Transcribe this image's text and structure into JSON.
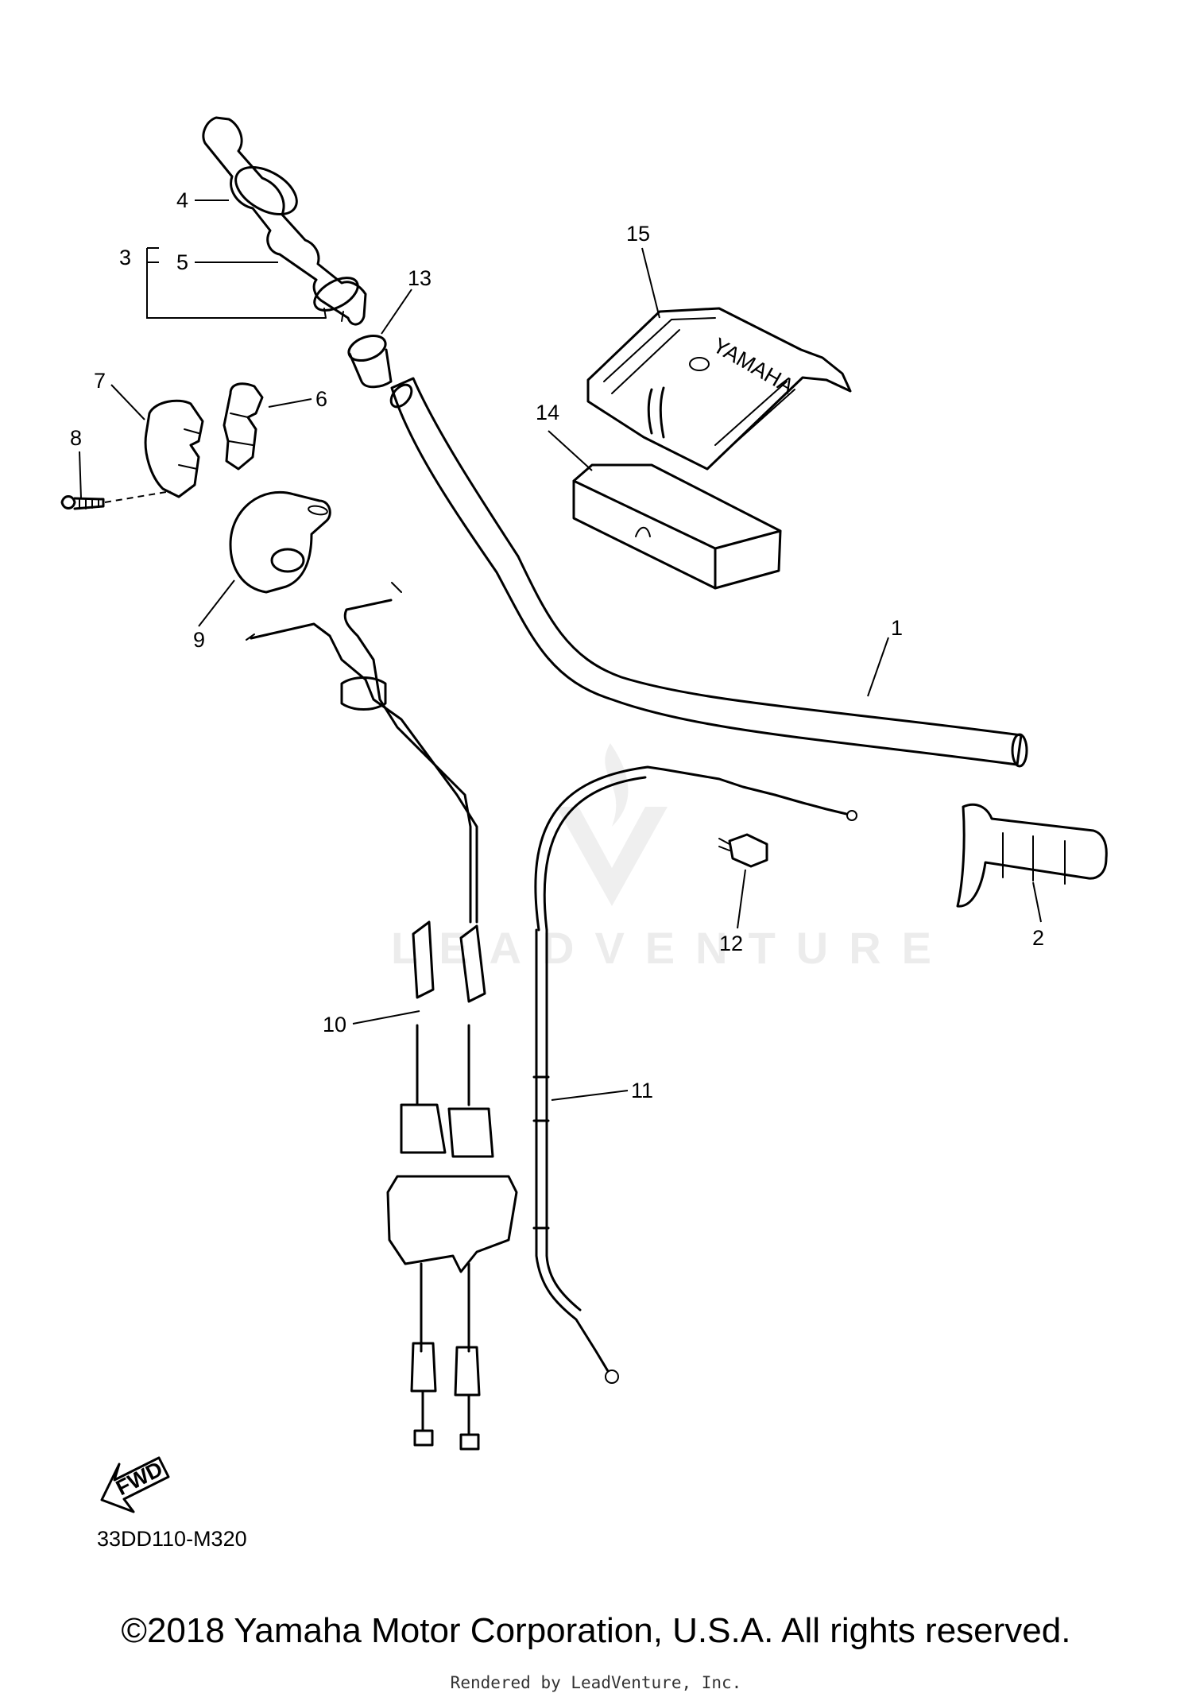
{
  "diagram_code": "33DD110-M320",
  "copyright": "©2018 Yamaha Motor Corporation, U.S.A. All rights reserved.",
  "rendered_by": "Rendered by LeadVenture, Inc.",
  "watermark": "LEADVENTURE",
  "fwd_label": "FWD",
  "cover_brand": "YAMAHA",
  "callouts": [
    "1",
    "2",
    "3",
    "4",
    "5",
    "6",
    "7",
    "8",
    "9",
    "10",
    "11",
    "12",
    "13",
    "14",
    "15"
  ]
}
